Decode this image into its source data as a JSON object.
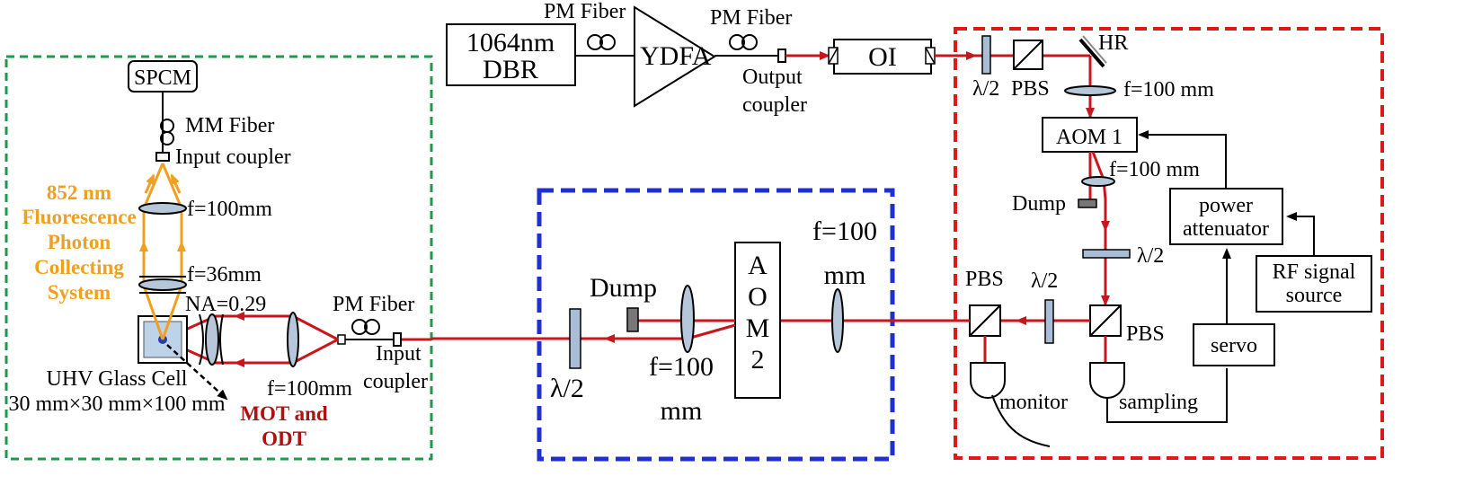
{
  "boxes": {
    "dbr": [
      "1064nm",
      "DBR"
    ],
    "ydfa": "YDFA",
    "oi": "OI",
    "spcm": "SPCM",
    "aom1": "AOM 1",
    "aom2": [
      "A",
      "O",
      "M",
      "2"
    ],
    "power_attenuator": [
      "power",
      "attenuator"
    ],
    "rf_source": [
      "RF signal",
      "source"
    ],
    "servo": "servo"
  },
  "labels": {
    "pm_fiber_1": "PM Fiber",
    "pm_fiber_2": "PM Fiber",
    "pm_fiber_3": "PM Fiber",
    "output_coupler": [
      "Output",
      "coupler"
    ],
    "hr": "HR",
    "half_wave_top": "λ/2",
    "pbs_top": "PBS",
    "f100_top": "f=100 mm",
    "f100_after_aom1": "f=100 mm",
    "dump_red": "Dump",
    "half_wave_red_mid": "λ/2",
    "half_wave_red_low": "λ/2",
    "pbs_left": "PBS",
    "pbs_right": "PBS",
    "monitor": "monitor",
    "sampling": "sampling",
    "mm_fiber": "MM Fiber",
    "input_coupler_top": "Input coupler",
    "f100_green": "f=100mm",
    "f36_green": "f=36mm",
    "na": "NA=0.29",
    "f100_green_low": "f=100mm",
    "input_coupler_low": [
      "Input",
      "coupler"
    ],
    "uhv_cell": [
      "UHV Glass Cell",
      "30 mm×30 mm×100 mm"
    ],
    "fluorescence": [
      "852 nm",
      "Fluorescence",
      "Photon",
      "Collecting",
      "System"
    ],
    "mot_odt": [
      "MOT and",
      "ODT"
    ],
    "dump_blue": "Dump",
    "half_wave_blue": "λ/2",
    "f100_blue_top": [
      "f=100",
      "mm"
    ],
    "f100_blue_low": [
      "f=100",
      "mm"
    ]
  },
  "colors": {
    "laser_beam": "#c8161d",
    "fluorescence_beam": "#f0a020",
    "green_frame": "#1f9a4a",
    "blue_frame": "#1f2fd0",
    "red_frame": "#e01818"
  }
}
